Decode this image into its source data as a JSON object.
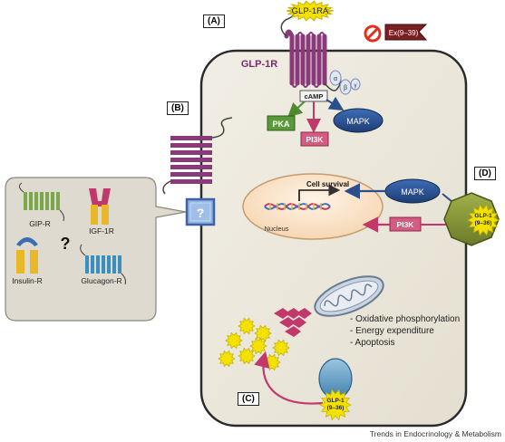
{
  "panels": {
    "a": "(A)",
    "b": "(B)",
    "c": "(C)",
    "d": "(D)"
  },
  "receptor": {
    "name": "GLP-1R",
    "ligand": "GLP-1RA",
    "antagonist": "Ex(9–39)"
  },
  "g_protein": {
    "alpha": "α",
    "beta": "β",
    "gamma": "γ"
  },
  "signaling": {
    "camp": "cAMP",
    "pka": "PKA",
    "mapk": "MAPK",
    "pi3k": "PI3K"
  },
  "nucleus": {
    "label": "Nucleus",
    "output": "Cell survival"
  },
  "panel_d": {
    "mapk": "MAPK",
    "pi3k": "PI3K",
    "ligand_line1": "GLP-1",
    "ligand_line2": "(9–36)"
  },
  "panel_c": {
    "ligand_line1": "GLP-1",
    "ligand_line2": "(9–36)"
  },
  "panel_b": {
    "unknown": "?"
  },
  "candidates": {
    "gip": "GIP-R",
    "igf": "IGF-1R",
    "insulin": "Insulin-R",
    "glucagon": "Glucagon-R",
    "question": "?"
  },
  "mito_effects": [
    "- Oxidative phosphorylation",
    "- Energy expenditure",
    "- Apoptosis"
  ],
  "journal": "Trends in Endocrinology & Metabolism",
  "colors": {
    "cell_fill": "#efece2",
    "receptor": "#8a3a7a",
    "pka": "#5b9a3a",
    "pi3k": "#d35c80",
    "mapk": "#2a4f8c",
    "octagon": "#8a9a3a",
    "glp_yellow": "#f3e100"
  }
}
